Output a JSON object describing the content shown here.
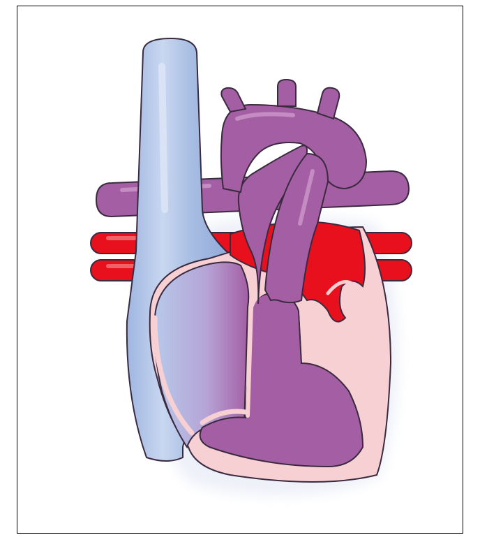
{
  "figure": {
    "caption": "",
    "colors": {
      "background": "#ffffff",
      "frame": "#000000",
      "vena_cava": "#a9bfe3",
      "vena_cava_highlight": "#cbd8f0",
      "deoxygenated_purple": "#a45ea3",
      "purple_highlight": "#c58bc3",
      "oxygenated_red": "#e8101c",
      "myocardium_pink": "#f7d0d4",
      "right_atrium_blue": "#a9bfe3",
      "outline": "#3a2a3f",
      "shadow": "#e6eaf4"
    },
    "structures": [
      {
        "id": "superior-vena-cava",
        "icon": "vein-tube"
      },
      {
        "id": "aorta",
        "icon": "artery-arch"
      },
      {
        "id": "pulmonary-artery",
        "icon": "artery-branch"
      },
      {
        "id": "pulmonary-veins",
        "icon": "vein-pair"
      },
      {
        "id": "right-atrium",
        "icon": "chamber"
      },
      {
        "id": "right-ventricle",
        "icon": "chamber"
      },
      {
        "id": "left-atrium",
        "icon": "chamber"
      },
      {
        "id": "left-ventricle",
        "icon": "chamber"
      }
    ]
  }
}
